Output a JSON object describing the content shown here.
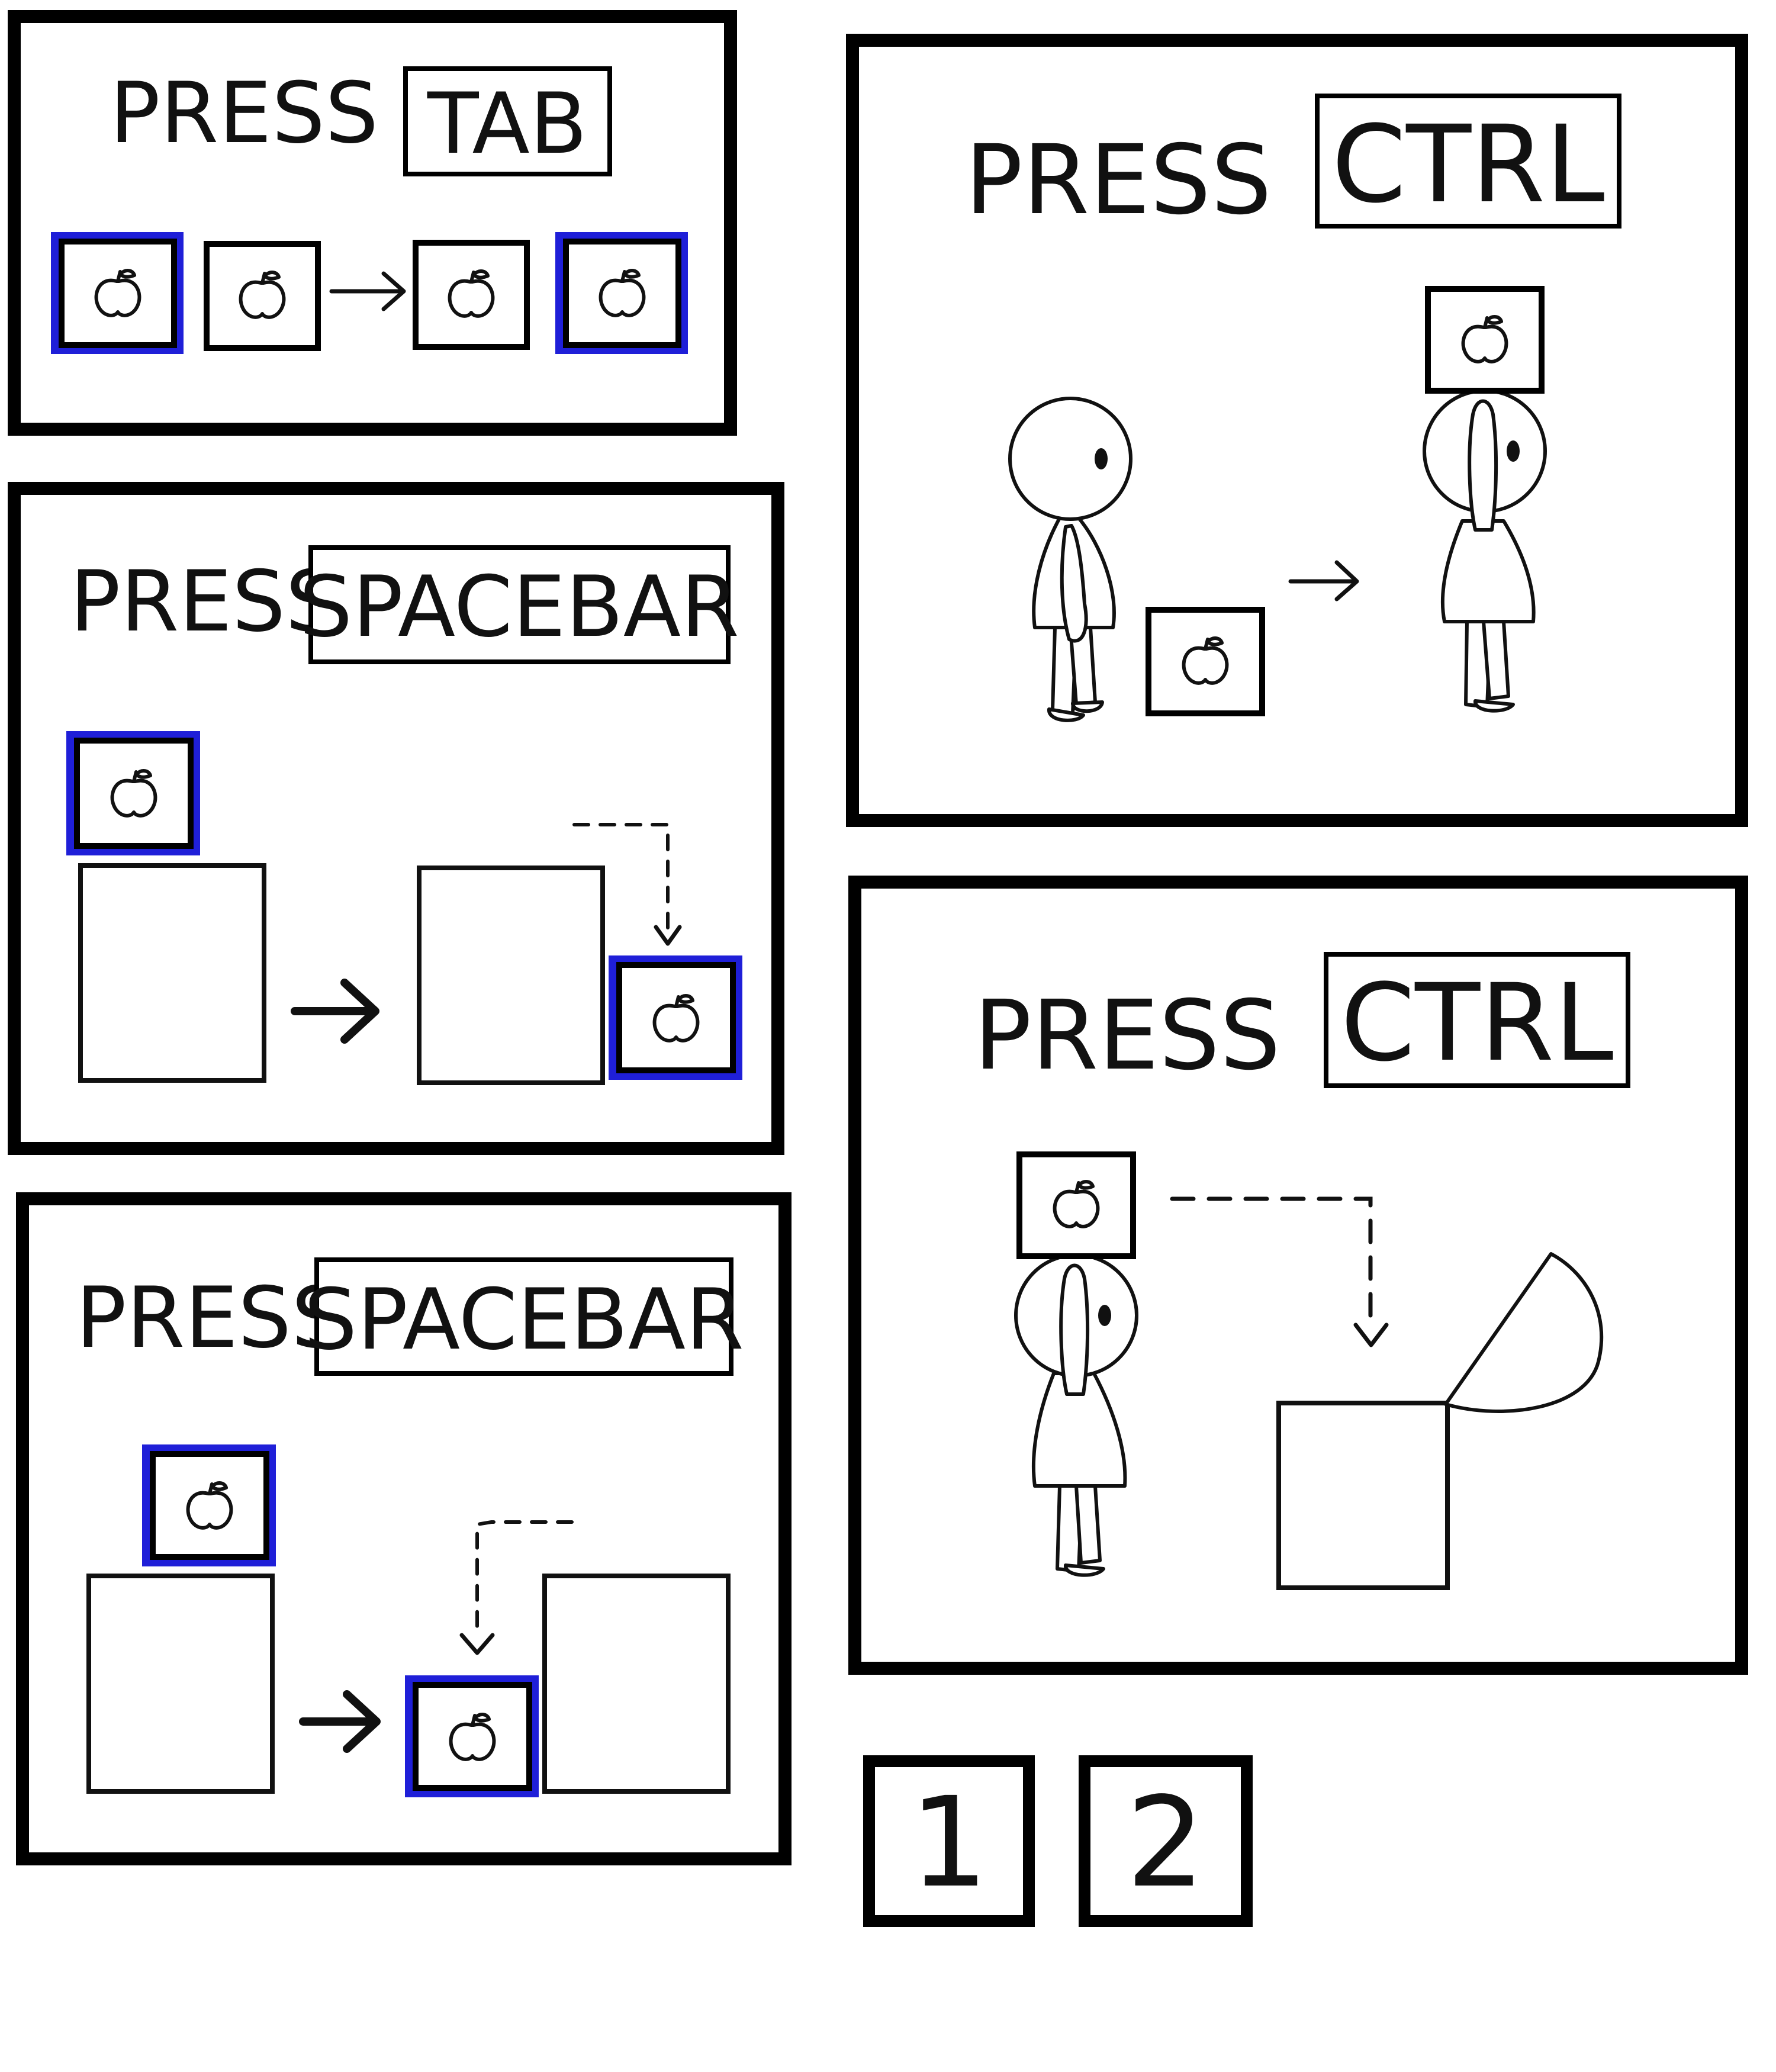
{
  "panels": {
    "tab": {
      "press_label": "PRESS",
      "key_label": "TAB"
    },
    "spacebar_1": {
      "press_label": "PRESS",
      "key_label": "SPACEBAR"
    },
    "spacebar_2": {
      "press_label": "PRESS",
      "key_label": "SPACEBAR"
    },
    "ctrl_1": {
      "press_label": "PRESS",
      "key_label": "CTRL"
    },
    "ctrl_2": {
      "press_label": "PRESS",
      "key_label": "CTRL"
    }
  },
  "number_keys": [
    "1",
    "2"
  ],
  "icons": {
    "item": "apple-icon",
    "arrow": "right-arrow-icon",
    "figure": "stick-figure-icon"
  },
  "colors": {
    "selection": "#1f1fd8",
    "ink": "#111111",
    "background": "#ffffff"
  }
}
